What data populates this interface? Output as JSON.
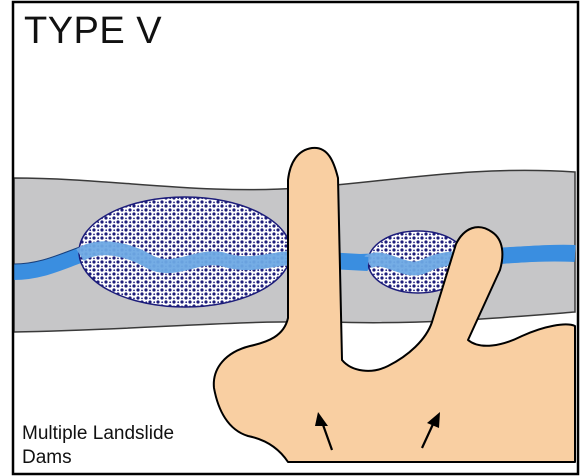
{
  "title": "TYPE V",
  "caption": {
    "line1": "Multiple Landslide",
    "line2": "Dams"
  },
  "colors": {
    "valley": "#c6c6c8",
    "river": "#3a8ee0",
    "river_in_lake": "#6ea9e4",
    "deposit_dots": "#1c1c7a",
    "landslide": "#f9cfa2",
    "outline": "#000000"
  },
  "icons": {
    "flow_arrows": "arrow-up-icon"
  }
}
